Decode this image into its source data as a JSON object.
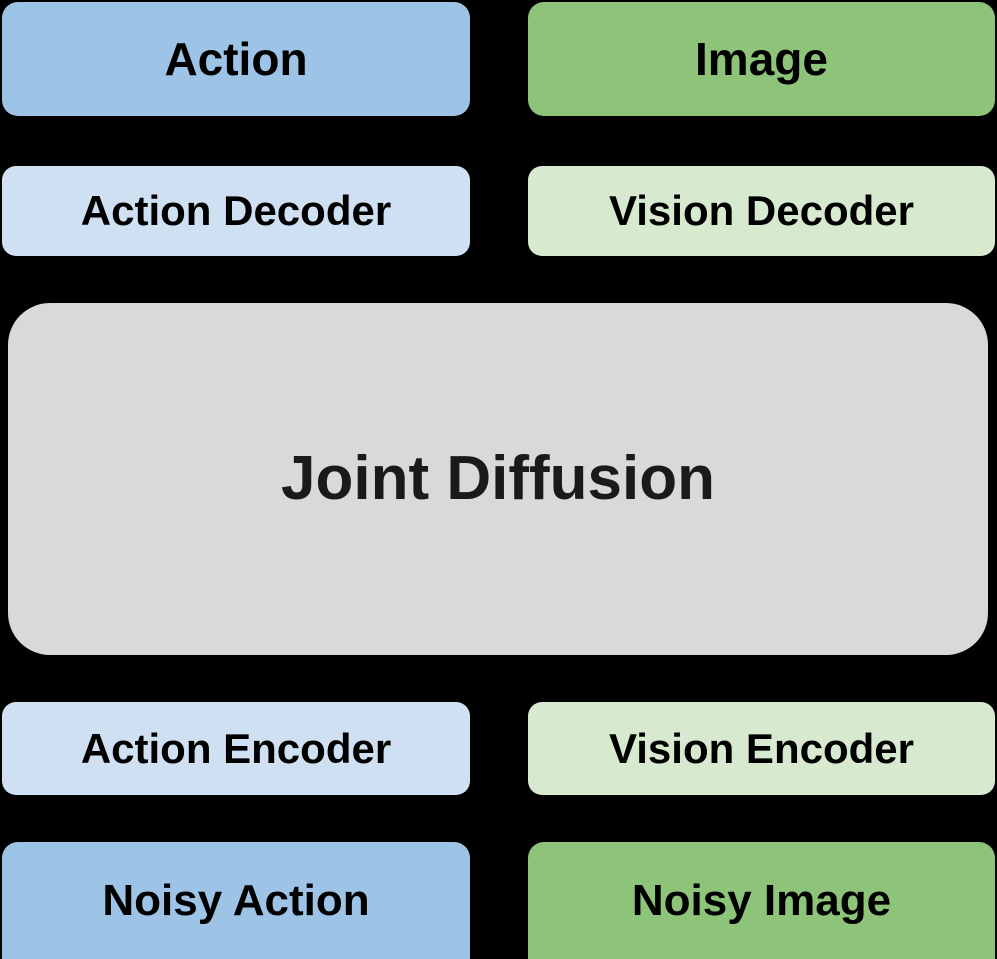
{
  "diagram": {
    "title": "Joint Diffusion architecture block diagram",
    "background_color": "#000000",
    "palette": {
      "action_strong": "#9DC3E6",
      "action_soft": "#CFE0F2",
      "vision_strong": "#8DC479",
      "vision_soft": "#D7E9CE",
      "joint_block": "#D9D9D9",
      "text": "#000000"
    },
    "rows": [
      {
        "name": "outputs",
        "left": {
          "label": "Action",
          "color": "#9DC3E6"
        },
        "right": {
          "label": "Image",
          "color": "#8DC479"
        }
      },
      {
        "name": "decoders",
        "left": {
          "label": "Action Decoder",
          "color": "#CFE0F2"
        },
        "right": {
          "label": "Vision Decoder",
          "color": "#D7E9CE"
        }
      },
      {
        "name": "encoders",
        "left": {
          "label": "Action Encoder",
          "color": "#CFE0F2"
        },
        "right": {
          "label": "Vision Encoder",
          "color": "#D7E9CE"
        }
      },
      {
        "name": "noisy-inputs",
        "left": {
          "label": "Noisy Action",
          "color": "#9DC3E6"
        },
        "right": {
          "label": "Noisy Image",
          "color": "#8DC479"
        }
      }
    ],
    "center": {
      "label": "Joint Diffusion",
      "color": "#D9D9D9"
    }
  }
}
